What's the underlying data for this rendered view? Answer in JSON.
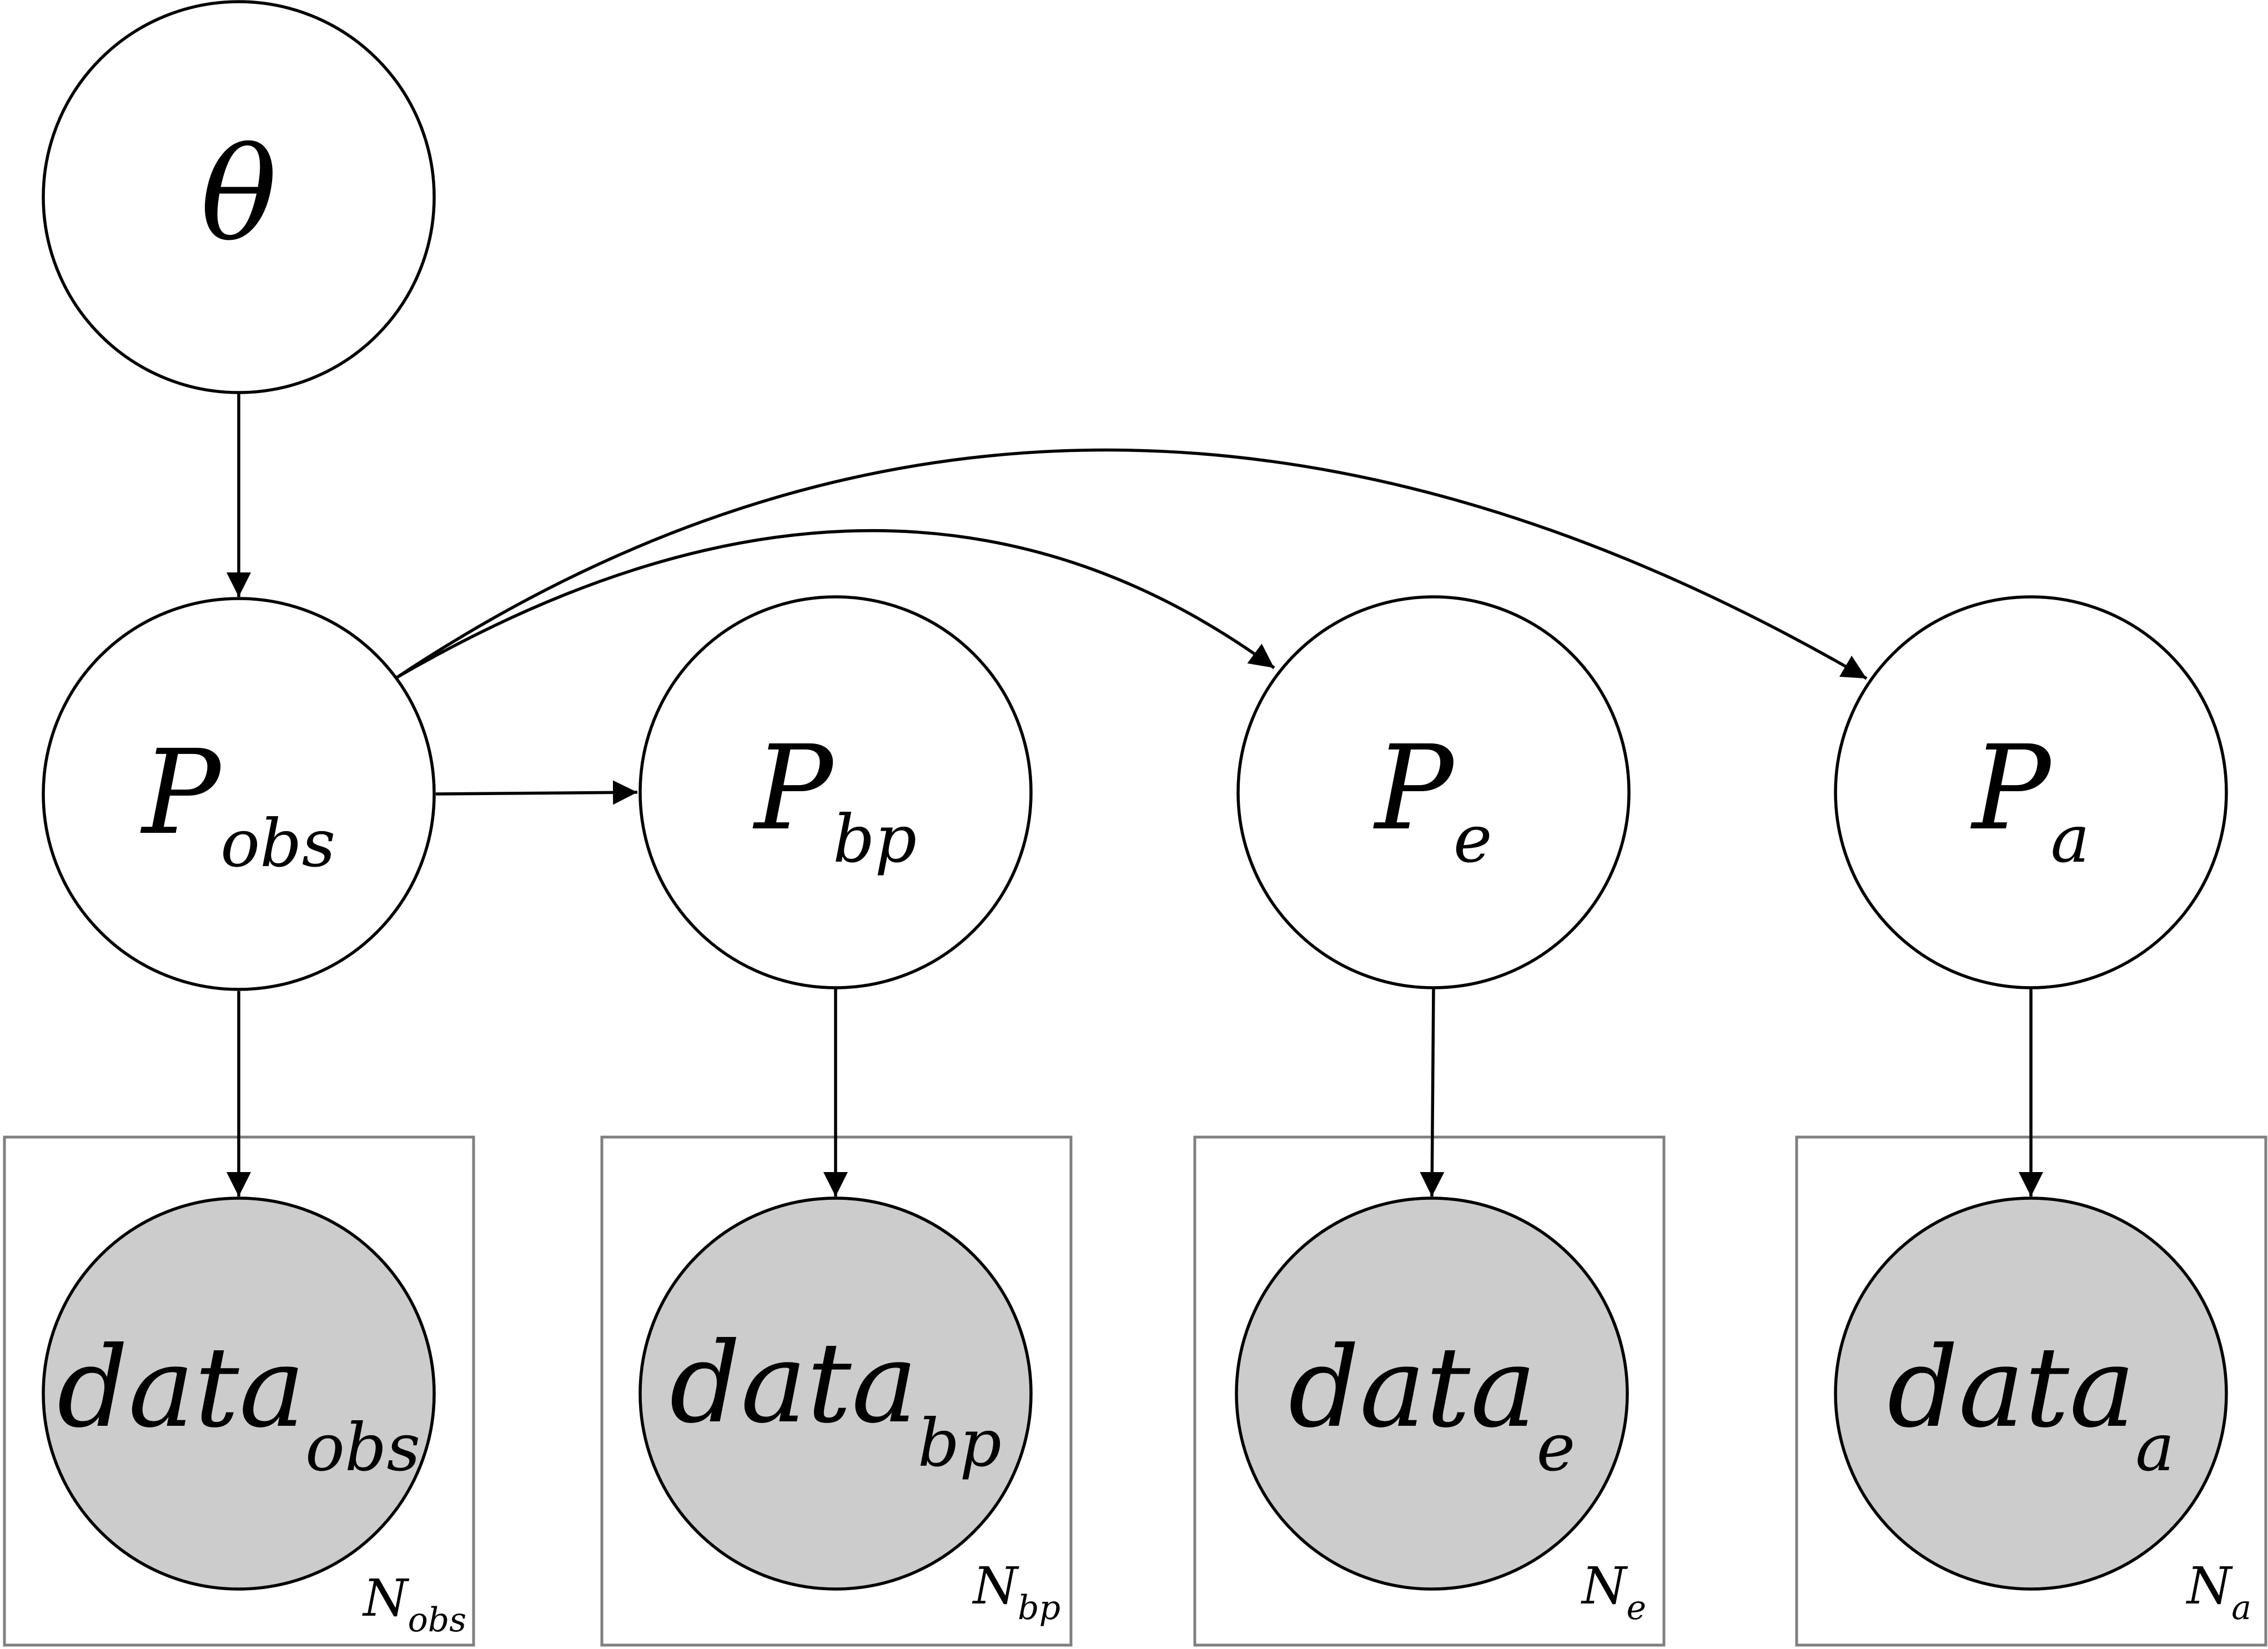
{
  "diagram": {
    "theta": {
      "label": "θ"
    },
    "parameters": [
      {
        "main": "P",
        "sub": "obs"
      },
      {
        "main": "P",
        "sub": "bp"
      },
      {
        "main": "P",
        "sub": "e"
      },
      {
        "main": "P",
        "sub": "a"
      }
    ],
    "observed": [
      {
        "main": "data",
        "sub": "obs"
      },
      {
        "main": "data",
        "sub": "bp"
      },
      {
        "main": "data",
        "sub": "e"
      },
      {
        "main": "data",
        "sub": "a"
      }
    ],
    "plates": [
      {
        "main": "N",
        "sub": "obs"
      },
      {
        "main": "N",
        "sub": "bp"
      },
      {
        "main": "N",
        "sub": "e"
      },
      {
        "main": "N",
        "sub": "a"
      }
    ],
    "colors": {
      "observed_fill": "#cccccc",
      "plate_stroke": "#7f7f7f",
      "stroke": "#000000"
    }
  }
}
